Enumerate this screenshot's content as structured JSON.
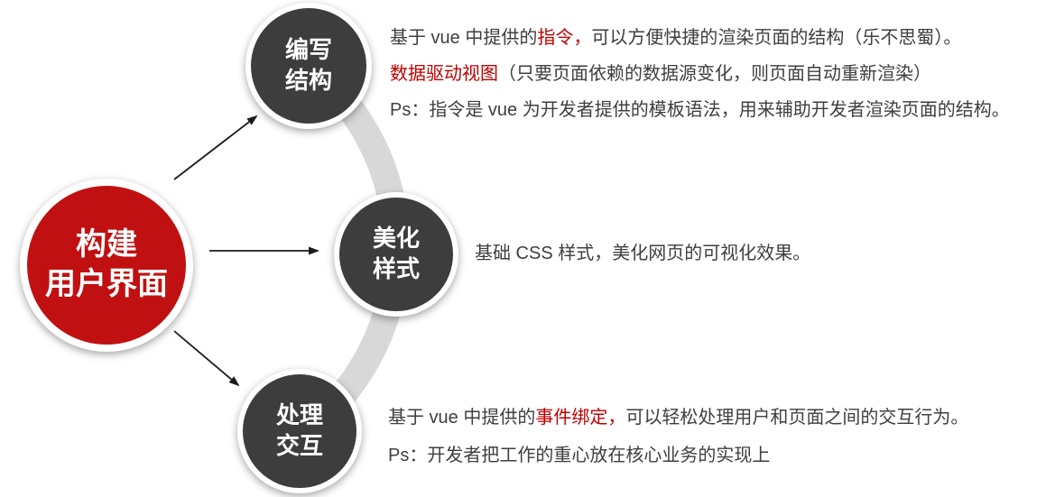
{
  "colors": {
    "primary_red": "#C11011",
    "dark_circle": "#3D3D3D",
    "band_gray": "#D8D8D8",
    "text_dark": "#3E3E43",
    "text_red": "#C00000",
    "arrow_black": "#1C1C1C"
  },
  "main_node": {
    "line1": "构建",
    "line2": "用户界面"
  },
  "branches": [
    {
      "node": {
        "line1": "编写",
        "line2": "结构"
      },
      "notes": [
        {
          "segments": [
            {
              "text": "基于 vue 中提供的",
              "red": false
            },
            {
              "text": "指令，",
              "red": true
            },
            {
              "text": "可以方便快捷的渲染页面的结构（乐不思蜀）。",
              "red": false
            }
          ]
        },
        {
          "segments": [
            {
              "text": "数据驱动视图",
              "red": true
            },
            {
              "text": "（只要页面依赖的数据源变化，则页面自动重新渲染）",
              "red": false
            }
          ]
        },
        {
          "segments": [
            {
              "text": "Ps：指令是 vue 为开发者提供的模板语法，用来辅助开发者渲染页面的结构。",
              "red": false
            }
          ]
        }
      ]
    },
    {
      "node": {
        "line1": "美化",
        "line2": "样式"
      },
      "notes": [
        {
          "segments": [
            {
              "text": "基础 CSS 样式，美化网页的可视化效果。",
              "red": false
            }
          ]
        }
      ]
    },
    {
      "node": {
        "line1": "处理",
        "line2": "交互"
      },
      "notes": [
        {
          "segments": [
            {
              "text": "基于 vue 中提供的",
              "red": false
            },
            {
              "text": "事件绑定，",
              "red": true
            },
            {
              "text": "可以轻松处理用户和页面之间的交互行为。",
              "red": false
            }
          ]
        },
        {
          "segments": [
            {
              "text": "Ps：开发者把工作的重心放在核心业务的实现上",
              "red": false
            }
          ]
        }
      ]
    }
  ]
}
